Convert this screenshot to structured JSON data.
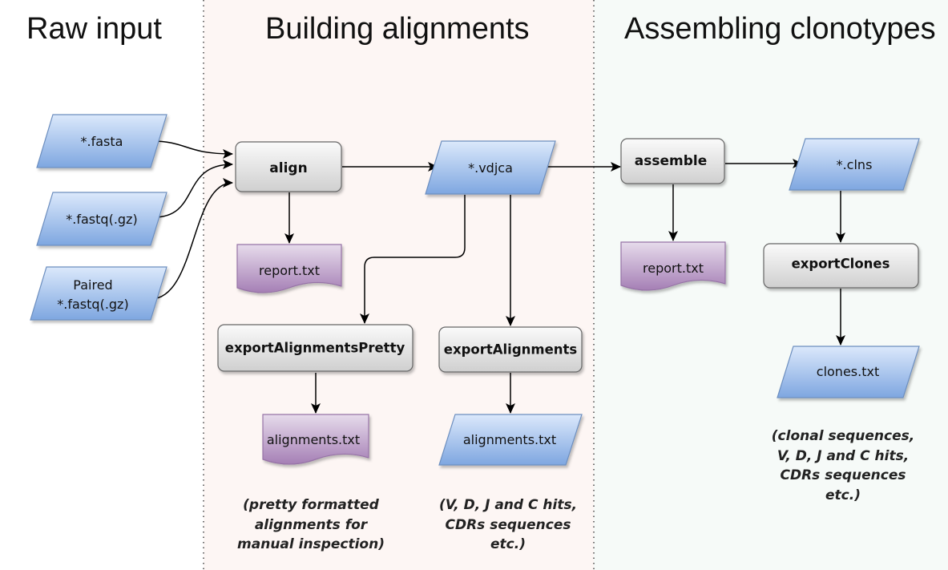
{
  "columns": {
    "raw_input": "Raw input",
    "building_alignments": "Building alignments",
    "assembling_clonotypes": "Assembling clonotypes"
  },
  "colors": {
    "blue_file": "#7ea6e0",
    "purple_report": "#a57fb5",
    "gray_process": "#d9d9d9",
    "middle_band": "#fdf6f4",
    "right_band": "#f6faf8"
  },
  "inputs": {
    "fasta": "*.fasta",
    "fastq": "*.fastq(.gz)",
    "paired_line1": "Paired",
    "paired_line2": "*.fastq(.gz)"
  },
  "processes": {
    "align": "align",
    "export_pretty": "exportAlignmentsPretty",
    "export_alignments": "exportAlignments",
    "assemble": "assemble",
    "export_clones": "exportClones"
  },
  "files": {
    "vdjca": "*.vdjca",
    "align_report": "report.txt",
    "pretty_output": "alignments.txt",
    "alignments_output": "alignments.txt",
    "assemble_report": "report.txt",
    "clns": "*.clns",
    "clones_output": "clones.txt"
  },
  "notes": {
    "pretty": [
      "(pretty formatted",
      "alignments for",
      "manual inspection)"
    ],
    "alignments": [
      "(V, D, J and C hits,",
      "CDRs sequences",
      "etc.)"
    ],
    "clones": [
      "(clonal sequences,",
      "V, D, J and C hits,",
      "CDRs sequences",
      "etc.)"
    ]
  }
}
